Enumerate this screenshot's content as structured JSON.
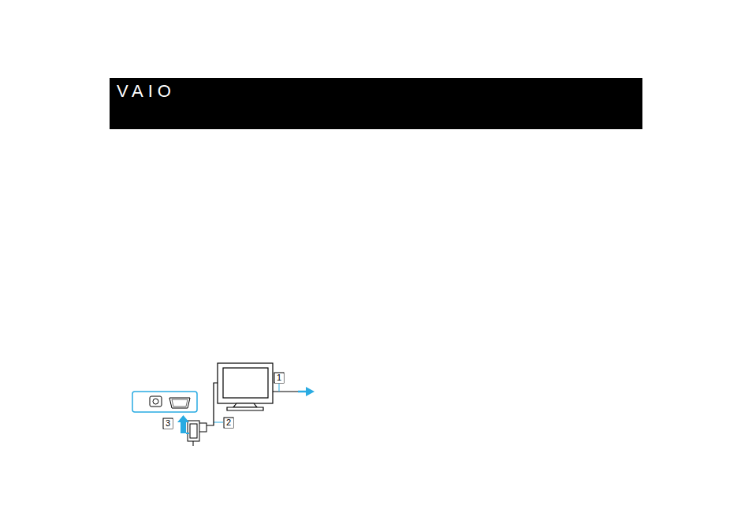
{
  "diagram": {
    "labels": [
      "VAIO",
      "1",
      "2",
      "3"
    ]
  }
}
